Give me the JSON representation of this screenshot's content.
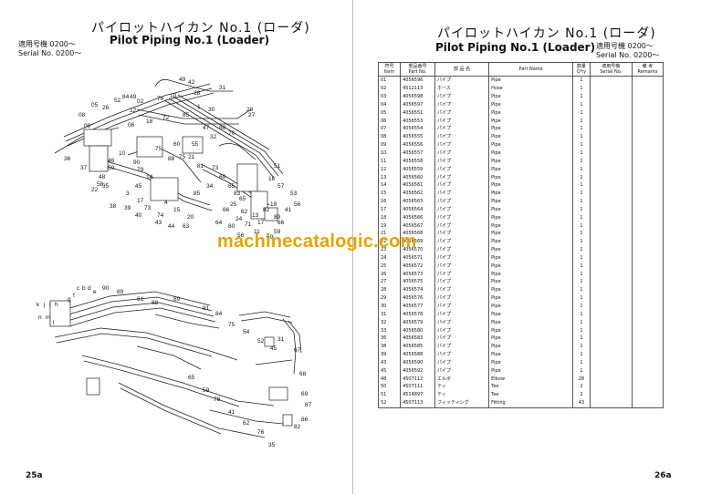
{
  "left_page": {
    "title_jp": "パイロットハイカン No.1 (ローダ)",
    "title_en": "Pilot Piping No.1 (Loader)",
    "serial_jp": "適用号機 0200～",
    "serial_en": "Serial No. 0200～",
    "page_number": "25a",
    "diagram_callouts": [
      "49",
      "28",
      "31",
      "52",
      "84",
      "49",
      "02",
      "76",
      "10",
      "05",
      "08",
      "26",
      "42",
      "1",
      "30",
      "28",
      "27",
      "12",
      "09",
      "06",
      "18",
      "72",
      "85",
      "47",
      "88",
      "70",
      "32",
      "55",
      "60",
      "75",
      "10",
      "46",
      "50",
      "48",
      "58",
      "90",
      "79",
      "14",
      "45",
      "3",
      "17",
      "73",
      "74",
      "4",
      "15",
      "20",
      "85",
      "34",
      "69",
      "65",
      "83",
      "65",
      "25",
      "53",
      "57",
      "16",
      "51",
      "66",
      "24",
      "71",
      "11",
      "80",
      "56",
      "73",
      "81",
      "21",
      "75",
      "88",
      "22",
      "35",
      "36",
      "37",
      "38",
      "39",
      "40",
      "43",
      "44",
      "63",
      "64",
      "66",
      "59",
      "69",
      "17",
      "62",
      "13",
      "82",
      "19",
      "41",
      "56",
      "89",
      "90",
      "89",
      "61",
      "88",
      "89",
      "91",
      "84",
      "75",
      "54",
      "52",
      "45",
      "31",
      "67",
      "68",
      "69",
      "87",
      "86",
      "82",
      "35",
      "76",
      "62",
      "41",
      "78",
      "59",
      "65"
    ],
    "diagram_letters": [
      "c",
      "b",
      "d",
      "e",
      "f",
      "g",
      "k",
      "j",
      "i",
      "h",
      "n",
      "m",
      "l"
    ]
  },
  "right_page": {
    "title_jp": "パイロットハイカン No.1 (ローダ)",
    "title_en": "Pilot Piping No.1 (Loader)",
    "serial_jp": "適用号機 0200～",
    "serial_en": "Serial No. 0200～",
    "page_number": "26a",
    "headers": {
      "item_jp": "符号",
      "item_en": "Item",
      "part_jp": "部品番号",
      "part_en": "Part No.",
      "name_jp": "部 品 名",
      "name_en": "Part Name",
      "qty_jp": "数量",
      "qty_en": "Q'ty",
      "serial_jp": "適用号機",
      "serial_en": "Serial No.",
      "remarks_jp": "備 考",
      "remarks_en": "Remarks"
    },
    "rows": [
      {
        "item": "01",
        "part": "4056596",
        "jp": "パイプ",
        "en": "Pipe",
        "qty": "1"
      },
      {
        "item": "02",
        "part": "4512113",
        "jp": "ホース",
        "en": "Hose",
        "qty": "1"
      },
      {
        "item": "03",
        "part": "4056598",
        "jp": "パイプ",
        "en": "Pipe",
        "qty": "1"
      },
      {
        "item": "04",
        "part": "4056597",
        "jp": "パイプ",
        "en": "Pipe",
        "qty": "1"
      },
      {
        "item": "05",
        "part": "4056551",
        "jp": "パイプ",
        "en": "Pipe",
        "qty": "1"
      },
      {
        "item": "06",
        "part": "4056553",
        "jp": "パイプ",
        "en": "Pipe",
        "qty": "1"
      },
      {
        "item": "07",
        "part": "4056554",
        "jp": "パイプ",
        "en": "Pipe",
        "qty": "1"
      },
      {
        "item": "08",
        "part": "4056555",
        "jp": "パイプ",
        "en": "Pipe",
        "qty": "1"
      },
      {
        "item": "09",
        "part": "4056556",
        "jp": "パイプ",
        "en": "Pipe",
        "qty": "1"
      },
      {
        "item": "10",
        "part": "4056557",
        "jp": "パイプ",
        "en": "Pipe",
        "qty": "1"
      },
      {
        "item": "11",
        "part": "4056558",
        "jp": "パイプ",
        "en": "Pipe",
        "qty": "1"
      },
      {
        "item": "12",
        "part": "4056559",
        "jp": "パイプ",
        "en": "Pipe",
        "qty": "1"
      },
      {
        "item": "13",
        "part": "4056560",
        "jp": "パイプ",
        "en": "Pipe",
        "qty": "1"
      },
      {
        "item": "14",
        "part": "4056561",
        "jp": "パイプ",
        "en": "Pipe",
        "qty": "1"
      },
      {
        "item": "15",
        "part": "4056562",
        "jp": "パイプ",
        "en": "Pipe",
        "qty": "1"
      },
      {
        "item": "16",
        "part": "4056563",
        "jp": "パイプ",
        "en": "Pipe",
        "qty": "1"
      },
      {
        "item": "17",
        "part": "4056564",
        "jp": "パイプ",
        "en": "Pipe",
        "qty": "1"
      },
      {
        "item": "18",
        "part": "4056566",
        "jp": "パイプ",
        "en": "Pipe",
        "qty": "1"
      },
      {
        "item": "19",
        "part": "4056567",
        "jp": "パイプ",
        "en": "Pipe",
        "qty": "1"
      },
      {
        "item": "21",
        "part": "4056568",
        "jp": "パイプ",
        "en": "Pipe",
        "qty": "1"
      },
      {
        "item": "22",
        "part": "4056569",
        "jp": "パイプ",
        "en": "Pipe",
        "qty": "1"
      },
      {
        "item": "23",
        "part": "4056570",
        "jp": "パイプ",
        "en": "Pipe",
        "qty": "1"
      },
      {
        "item": "24",
        "part": "4056571",
        "jp": "パイプ",
        "en": "Pipe",
        "qty": "1"
      },
      {
        "item": "25",
        "part": "4056572",
        "jp": "パイプ",
        "en": "Pipe",
        "qty": "1"
      },
      {
        "item": "26",
        "part": "4056573",
        "jp": "パイプ",
        "en": "Pipe",
        "qty": "1"
      },
      {
        "item": "27",
        "part": "4056575",
        "jp": "パイプ",
        "en": "Pipe",
        "qty": "1"
      },
      {
        "item": "28",
        "part": "4056574",
        "jp": "パイプ",
        "en": "Pipe",
        "qty": "1"
      },
      {
        "item": "29",
        "part": "4056576",
        "jp": "パイプ",
        "en": "Pipe",
        "qty": "1"
      },
      {
        "item": "30",
        "part": "4056577",
        "jp": "パイプ",
        "en": "Pipe",
        "qty": "1"
      },
      {
        "item": "31",
        "part": "4056578",
        "jp": "パイプ",
        "en": "Pipe",
        "qty": "1"
      },
      {
        "item": "32",
        "part": "4056579",
        "jp": "パイプ",
        "en": "Pipe",
        "qty": "1"
      },
      {
        "item": "33",
        "part": "4056580",
        "jp": "パイプ",
        "en": "Pipe",
        "qty": "1"
      },
      {
        "item": "36",
        "part": "4056583",
        "jp": "パイプ",
        "en": "Pipe",
        "qty": "1"
      },
      {
        "item": "38",
        "part": "4056585",
        "jp": "パイプ",
        "en": "Pipe",
        "qty": "1"
      },
      {
        "item": "39",
        "part": "4056588",
        "jp": "パイプ",
        "en": "Pipe",
        "qty": "1"
      },
      {
        "item": "43",
        "part": "4056590",
        "jp": "パイプ",
        "en": "Pipe",
        "qty": "1"
      },
      {
        "item": "45",
        "part": "4056592",
        "jp": "パイプ",
        "en": "Pipe",
        "qty": "1"
      },
      {
        "item": "48",
        "part": "4507112",
        "jp": "エルボ",
        "en": "Elbow",
        "qty": "28"
      },
      {
        "item": "50",
        "part": "4507111",
        "jp": "ティ",
        "en": "Tee",
        "qty": "2"
      },
      {
        "item": "51",
        "part": "4514897",
        "jp": "ティ",
        "en": "Tee",
        "qty": "2"
      },
      {
        "item": "52",
        "part": "4507113",
        "jp": "フィッティング",
        "en": "Fitting",
        "qty": "43"
      }
    ]
  },
  "watermark": "machinecatalogic.com"
}
